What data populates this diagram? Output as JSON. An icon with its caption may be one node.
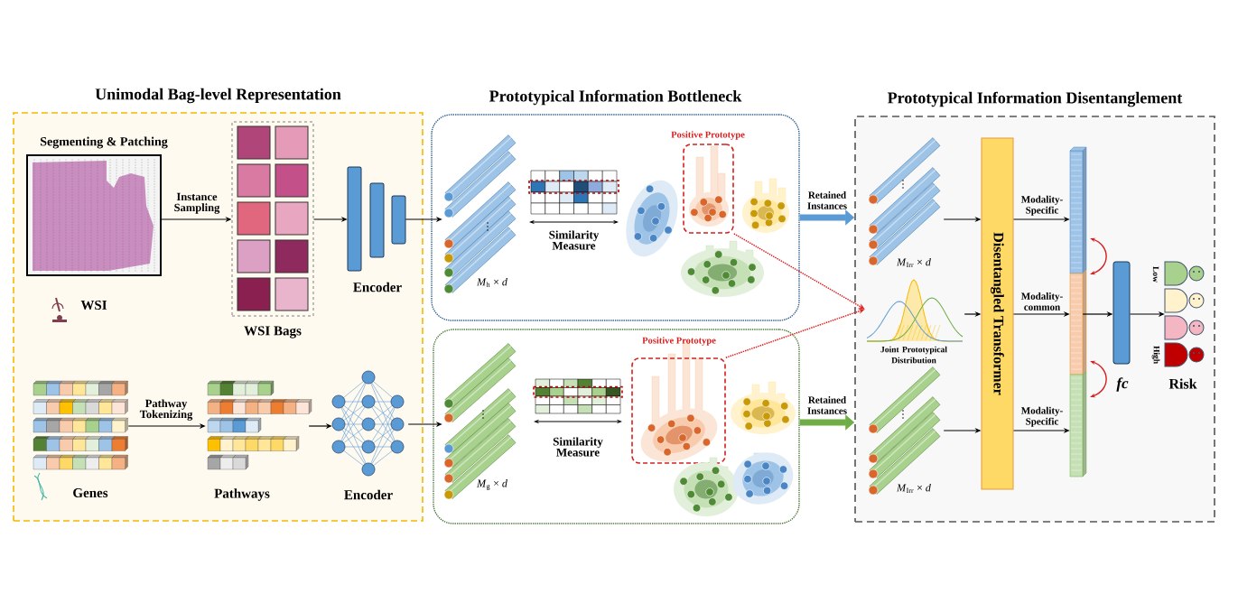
{
  "diagram": {
    "nodes": [
      {
        "text": [
          "Unimodal Bag-level Representation"
        ]
      },
      {
        "text": [
          "Prototypical Information Bottleneck"
        ]
      },
      {
        "text": [],
        "shape": "box"
      },
      {
        "text": [
          "Prototypical Information Disentanglement"
        ]
      },
      {
        "text": [
          "Segmenting & Patching",
          "WSI"
        ],
        "in": 0
      },
      {
        "text": [
          "WSI Bags"
        ],
        "in": 0
      },
      {
        "text": [
          "Encoder"
        ],
        "in": 0
      },
      {
        "text": [
          "Genes"
        ],
        "in": 0
      },
      {
        "text": [
          "Pathways"
        ],
        "in": 0
      },
      {
        "text": [
          "Encoder"
        ],
        "in": 0
      },
      {
        "text": [
          "*M*$_{h}$ × *d*"
        ],
        "in": 1
      },
      {
        "text": [
          "Similarity Measure"
        ],
        "in": 1
      },
      {
        "text": [
          "Positive Prototype"
        ],
        "in": 1
      },
      {
        "text": [
          "*M*$_{g}$ × *d*"
        ],
        "in": 2
      },
      {
        "text": [
          "Similarity Measure"
        ],
        "in": 2
      },
      {
        "text": [
          "Positive Prototype"
        ],
        "in": 2
      },
      {
        "text": [
          "*M*$_{Irr}$ × *d*"
        ],
        "in": 3
      },
      {
        "text": [
          "Joint Prototypical Distribution"
        ],
        "in": 3
      },
      {
        "text": [
          "*M*$_{Irr}$ × *d*"
        ],
        "in": 3
      },
      {
        "text": [
          "Disentangled Transformer"
        ],
        "in": 3
      },
      {
        "text": [],
        "shape": "bar",
        "in": 3
      },
      {
        "text": [
          "fc"
        ],
        "in": 3
      },
      {
        "text": [
          "Low",
          "High",
          "Risk"
        ],
        "in": 3
      }
    ],
    "edges": [
      {
        "from": 4,
        "to": 5,
        "arrow": "to",
        "label": "Instance Sampling"
      },
      {
        "from": 5,
        "to": 6,
        "arrow": "to"
      },
      {
        "from": 6,
        "to": 10,
        "arrow": "to"
      },
      {
        "from": 7,
        "to": 8,
        "arrow": "to",
        "label": "Pathway Tokenizing"
      },
      {
        "from": 8,
        "to": 9,
        "arrow": "to"
      },
      {
        "from": 9,
        "to": 13,
        "arrow": "to"
      },
      {
        "from": 1,
        "to": 3,
        "arrow": "to",
        "label": "Retained Instances",
        "style": "thick",
        "color": "#5b9bd5"
      },
      {
        "from": 2,
        "to": 3,
        "arrow": "to",
        "label": "Retained Instances",
        "style": "thick",
        "color": "#70ad47"
      },
      {
        "from": 12,
        "to": 17,
        "arrow": "to",
        "style": "dashed",
        "color": "#e02020"
      },
      {
        "from": 15,
        "to": 17,
        "arrow": "to",
        "style": "dashed",
        "color": "#e02020"
      },
      {
        "from": 16,
        "to": 19,
        "arrow": "to"
      },
      {
        "from": 17,
        "to": 19,
        "arrow": "to"
      },
      {
        "from": 18,
        "to": 19,
        "arrow": "to"
      },
      {
        "from": 19,
        "to": 20,
        "arrow": "to",
        "label": "Modality-Specific"
      },
      {
        "from": 19,
        "to": 20,
        "arrow": "to",
        "label": "Modality-common"
      },
      {
        "from": 19,
        "to": 20,
        "arrow": "to",
        "label": "Modality-Specific"
      },
      {
        "from": 20,
        "to": 21,
        "arrow": "to"
      },
      {
        "from": 21,
        "to": 22,
        "arrow": "to"
      }
    ]
  }
}
